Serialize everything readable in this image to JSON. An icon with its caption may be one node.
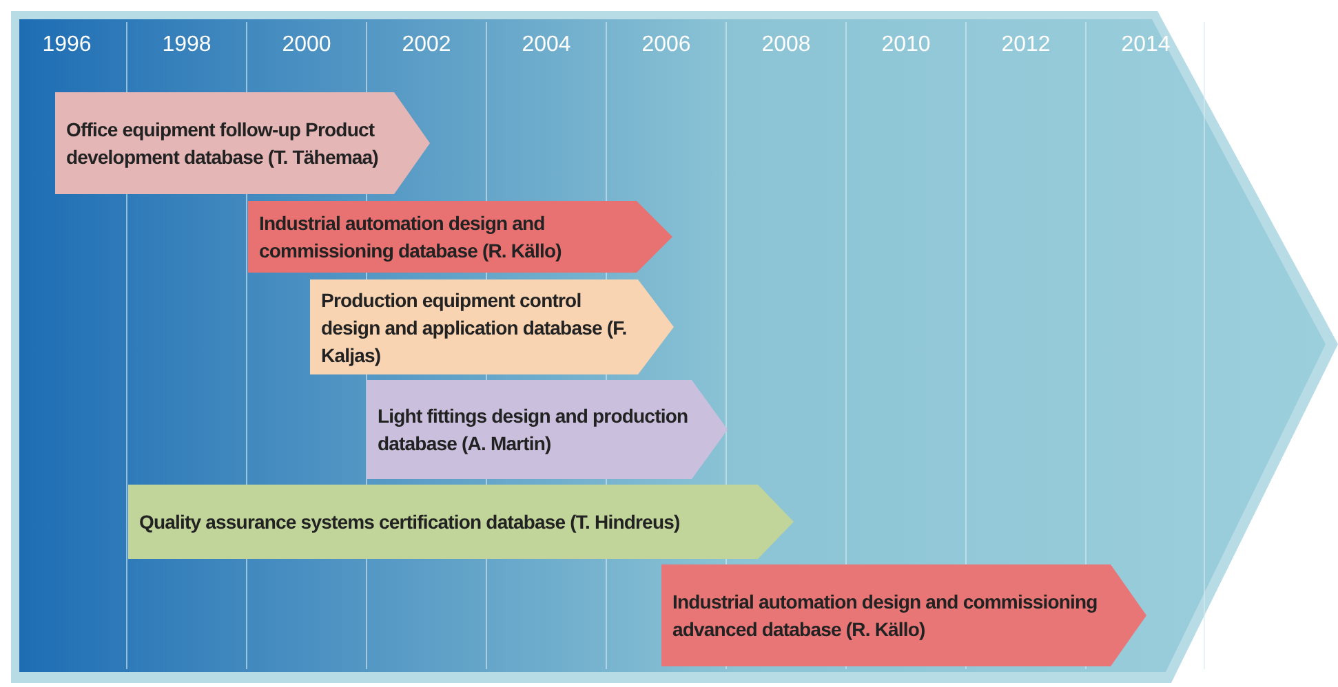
{
  "diagram": {
    "nodes": [
      {
        "text": [
          "Office equipment follow-up Product development database (T. Tähemaa)"
        ]
      },
      {
        "text": [
          "Industrial automation design and commissioning database (R. Källo)"
        ]
      },
      {
        "text": [
          "Production equipment control design and application database (F. Kaljas)"
        ]
      },
      {
        "text": [
          "Light fittings design and production database (A. Martin)"
        ]
      },
      {
        "text": [
          "Quality assurance systems certification database (T. Hindreus)"
        ]
      },
      {
        "text": [
          "Industrial automation design and commissioning advanced database (R. Källo)"
        ]
      }
    ],
    "labels": [
      "1996",
      "1998",
      "2000",
      "2002",
      "2004",
      "2006",
      "2008",
      "2010",
      "2012",
      "2014"
    ]
  }
}
